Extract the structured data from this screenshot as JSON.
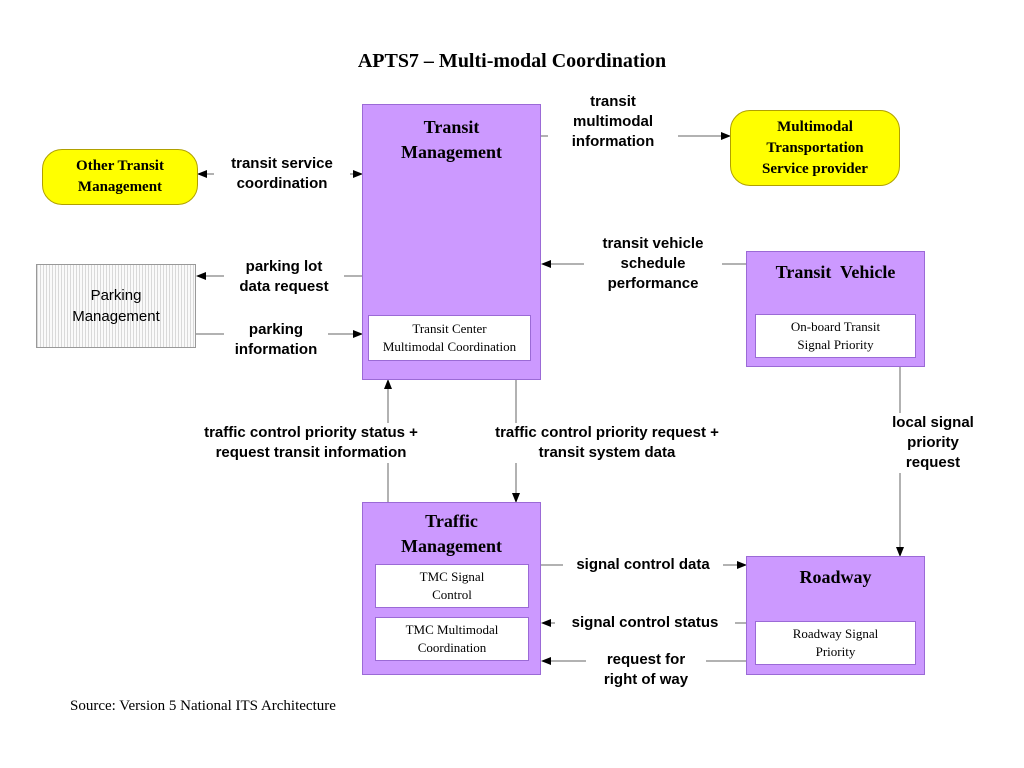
{
  "title": "APTS7 – Multi-modal Coordination",
  "source": "Source: Version 5 National ITS Architecture",
  "subsystems": {
    "transit_management": {
      "name": "Transit\nManagement",
      "modules": [
        "Transit Center\nMultimodal Coordination"
      ]
    },
    "transit_vehicle": {
      "name": "Transit  Vehicle",
      "modules": [
        "On-board Transit\nSignal Priority"
      ]
    },
    "traffic_management": {
      "name": "Traffic\nManagement",
      "modules": [
        "TMC Signal\nControl",
        "TMC Multimodal\nCoordination"
      ]
    },
    "roadway": {
      "name": "Roadway",
      "modules": [
        "Roadway Signal\nPriority"
      ]
    }
  },
  "terminators": {
    "other_transit_management": "Other Transit\nManagement",
    "multimodal_provider": "Multimodal\nTransportation\nService provider",
    "parking_management": "Parking\nManagement"
  },
  "flows": {
    "transit_multimodal_information": "transit\nmultimodal\ninformation",
    "transit_service_coordination": "transit service\ncoordination",
    "transit_vehicle_schedule_performance": "transit vehicle\nschedule\nperformance",
    "parking_lot_data_request": "parking lot\ndata request",
    "parking_information": "parking\ninformation",
    "priority_status_request_info": "traffic control priority status +\nrequest transit information",
    "priority_request_system_data": "traffic control priority request +\ntransit system data",
    "local_signal_priority_request": "local signal\npriority\nrequest",
    "signal_control_data": "signal control data",
    "signal_control_status": "signal control status",
    "request_right_of_way": "request for\nright of way"
  },
  "colors": {
    "subsystem_fill": "#cc99ff",
    "terminator_fill": "#ffff00",
    "module_fill": "#ffffff"
  }
}
